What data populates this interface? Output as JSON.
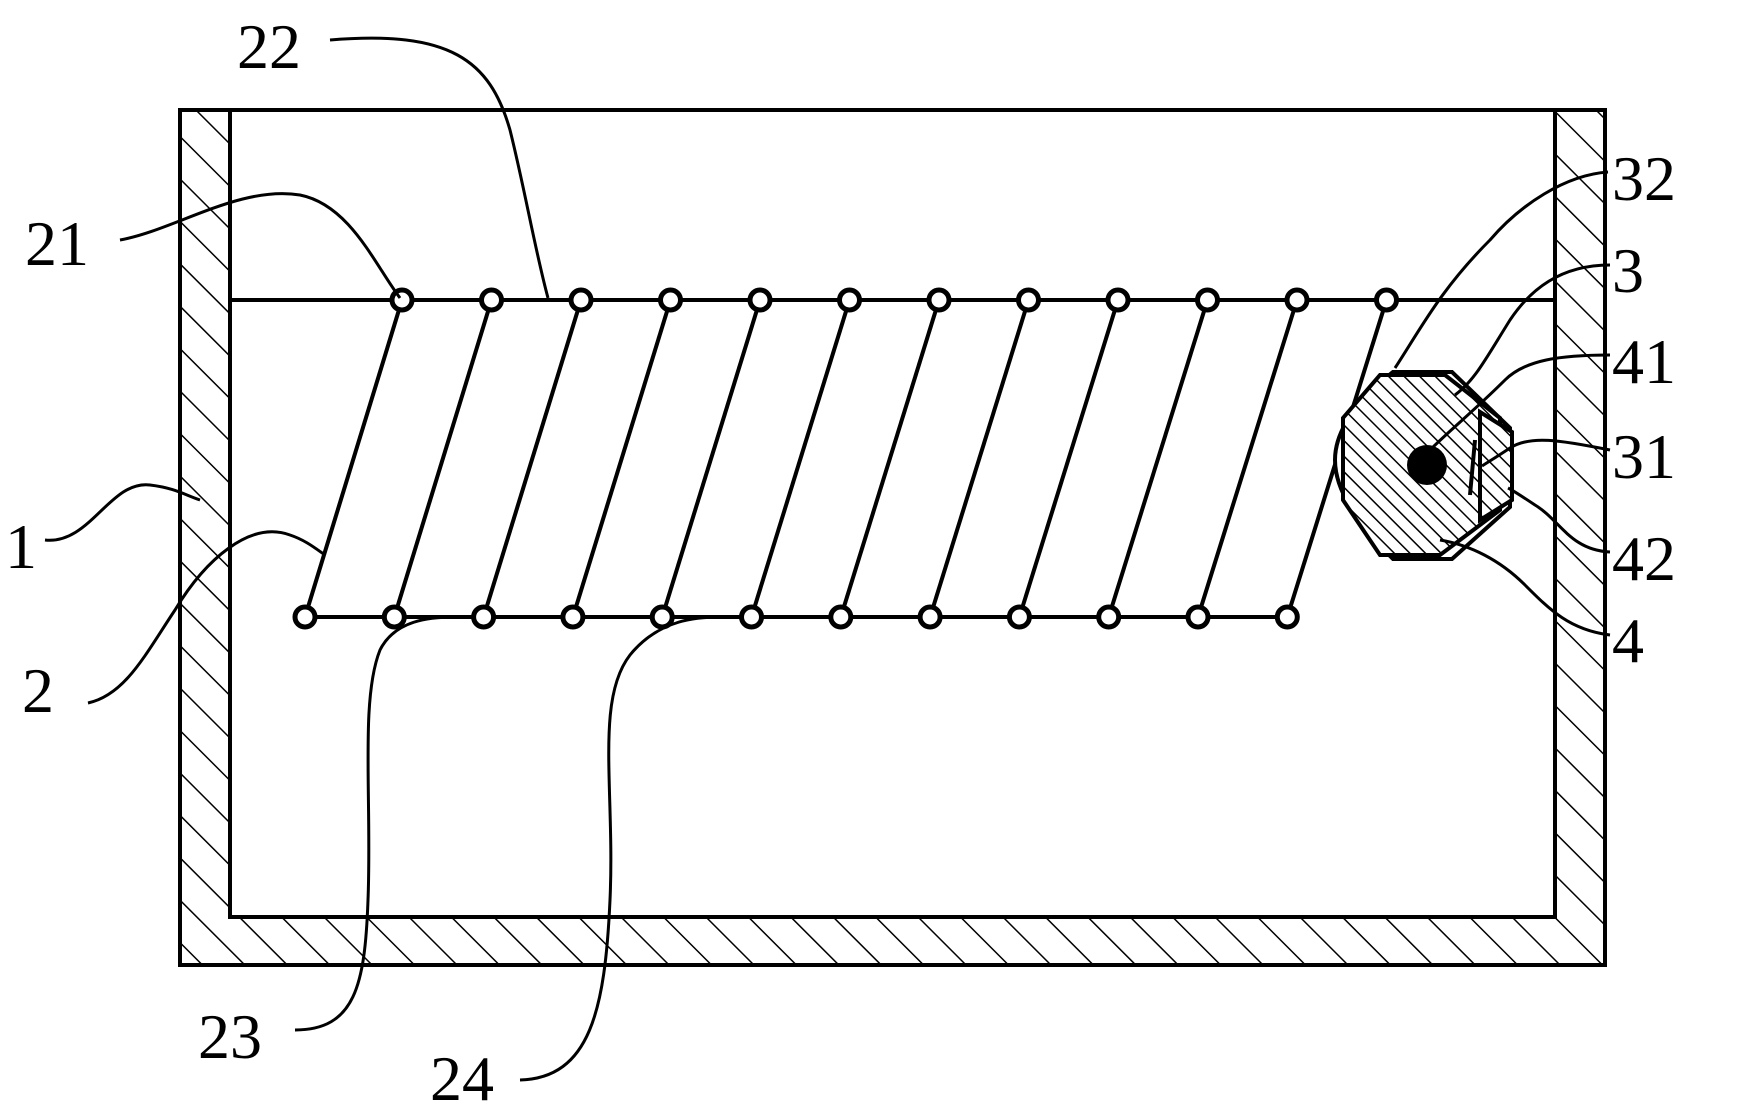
{
  "labels": {
    "l1": "1",
    "l2": "2",
    "l3": "3",
    "l4": "4",
    "l21": "21",
    "l22": "22",
    "l23": "23",
    "l24": "24",
    "l31": "31",
    "l32": "32",
    "l41": "41",
    "l42": "42"
  },
  "colors": {
    "ink": "#000000",
    "background": "#ffffff"
  },
  "coil": {
    "top_node_count": 12,
    "bottom_node_count": 12
  }
}
